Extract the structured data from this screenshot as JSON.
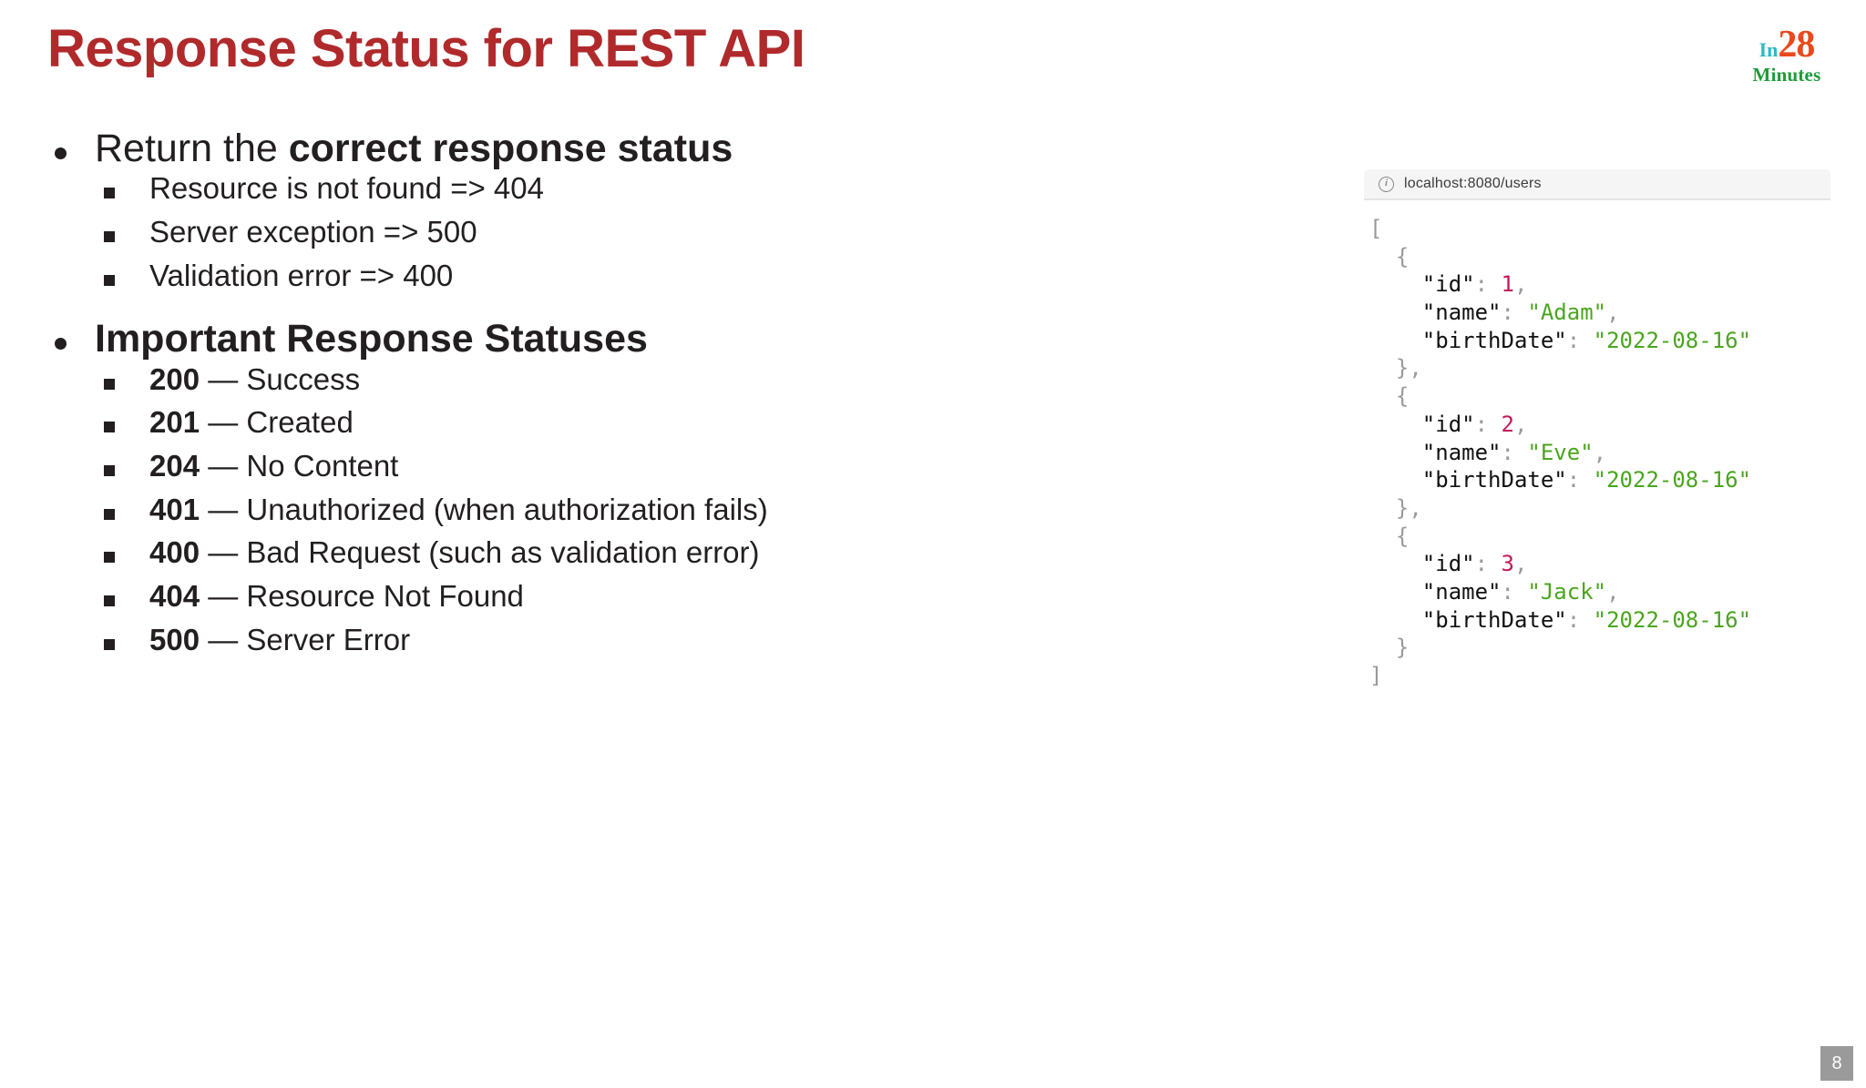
{
  "slide": {
    "title": "Response Status for REST API",
    "page_number": "8",
    "title_color": "#b02a2c"
  },
  "logo": {
    "in": "In",
    "twentyeight": "28",
    "minutes": "Minutes",
    "in_color": "#2fb8c6",
    "number_color": "#e8491d",
    "minutes_color": "#1f9b38"
  },
  "bullets": {
    "group1": {
      "heading_plain": "Return the ",
      "heading_bold": "correct response status",
      "items": [
        "Resource is not found => 404",
        "Server exception => 500",
        "Validation error => 400"
      ]
    },
    "group2": {
      "heading_bold": "Important Response Statuses",
      "items": [
        {
          "code": "200",
          "dash": " — ",
          "text": "Success"
        },
        {
          "code": "201",
          "dash": " — ",
          "text": "Created"
        },
        {
          "code": "204",
          "dash": " — ",
          "text": "No Content"
        },
        {
          "code": "401",
          "dash": " — ",
          "text": "Unauthorized (when authorization fails)"
        },
        {
          "code": "400",
          "dash": " — ",
          "text": "Bad Request (such as validation error)"
        },
        {
          "code": "404",
          "dash": " — ",
          "text": "Resource Not Found"
        },
        {
          "code": "500",
          "dash": " — ",
          "text": "Server Error"
        }
      ]
    }
  },
  "browser": {
    "url": "localhost:8080/users",
    "info_icon": "info-icon",
    "response": {
      "open_bracket": "[",
      "close_bracket": "]",
      "users": [
        {
          "id": "1",
          "name": "Adam",
          "birthDate": "2022-08-16"
        },
        {
          "id": "2",
          "name": "Eve",
          "birthDate": "2022-08-16"
        },
        {
          "id": "3",
          "name": "Jack",
          "birthDate": "2022-08-16"
        }
      ],
      "keys": {
        "id": "\"id\"",
        "name": "\"name\"",
        "birthDate": "\"birthDate\""
      },
      "colors": {
        "punctuation": "#9a9a9a",
        "key": "#111111",
        "number": "#c2185b",
        "string": "#4aa51e"
      }
    }
  }
}
